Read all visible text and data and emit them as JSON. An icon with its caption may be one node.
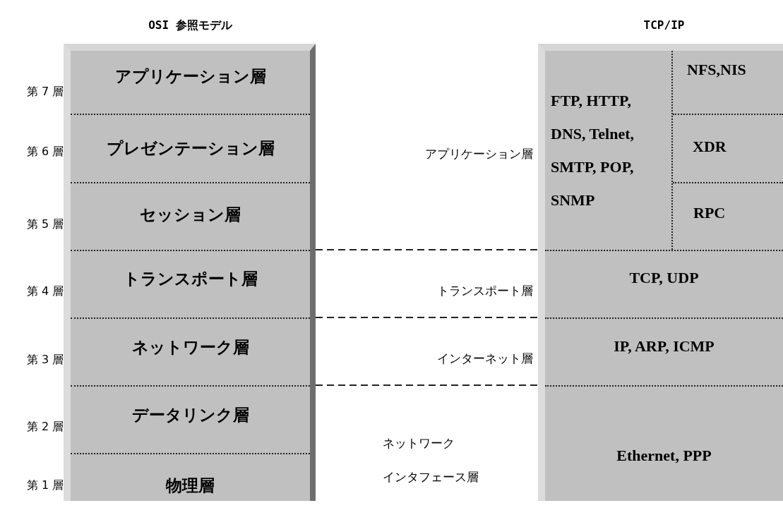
{
  "diagram": {
    "nodes": [
      {
        "text": [
          "OSI 参照モデル"
        ]
      },
      {
        "text": [
          "アプリケーション層"
        ],
        "in": 0
      },
      {
        "text": [
          "プレゼンテーション層"
        ],
        "in": 0
      },
      {
        "text": [
          "セッション層"
        ],
        "in": 0
      },
      {
        "text": [
          "トランスポート層"
        ],
        "in": 0
      },
      {
        "text": [
          "ネットワーク層"
        ],
        "in": 0
      },
      {
        "text": [
          "データリンク層"
        ],
        "in": 0
      },
      {
        "text": [
          "物理層"
        ],
        "in": 0
      },
      {
        "text": [
          "TCP/IP"
        ]
      },
      {
        "text": [
          "FTP, HTTP, DNS, Telnet, SMTP, POP, SNMP"
        ],
        "in": 8
      },
      {
        "text": [
          "NFS,NIS"
        ],
        "in": 8
      },
      {
        "text": [
          "XDR"
        ],
        "in": 8
      },
      {
        "text": [
          "RPC"
        ],
        "in": 8
      },
      {
        "text": [
          "TCP, UDP"
        ],
        "in": 8
      },
      {
        "text": [
          "IP, ARP, ICMP"
        ],
        "in": 8
      },
      {
        "text": [
          "Ethernet, PPP"
        ],
        "in": 8
      }
    ],
    "labels": [
      "第 7 層",
      "第 6 層",
      "アプリケーション層",
      "第 5 層",
      "第 4 層",
      "トランスポート層",
      "第 3 層",
      "インターネット層",
      "第 2 層",
      "ネットワーク",
      "第 1 層",
      "インタフェース層"
    ]
  }
}
